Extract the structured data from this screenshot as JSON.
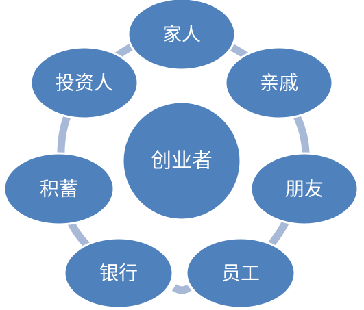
{
  "diagram": {
    "center": {
      "label": "创业者"
    },
    "nodes": [
      {
        "label": "家人"
      },
      {
        "label": "亲戚"
      },
      {
        "label": "朋友"
      },
      {
        "label": "员工"
      },
      {
        "label": "银行"
      },
      {
        "label": "积蓄"
      },
      {
        "label": "投资人"
      }
    ],
    "colors": {
      "node_fill": "#4f81bd",
      "ring": "#a7b9d6",
      "node_stroke": "#ffffff",
      "label": "#ffffff"
    }
  }
}
